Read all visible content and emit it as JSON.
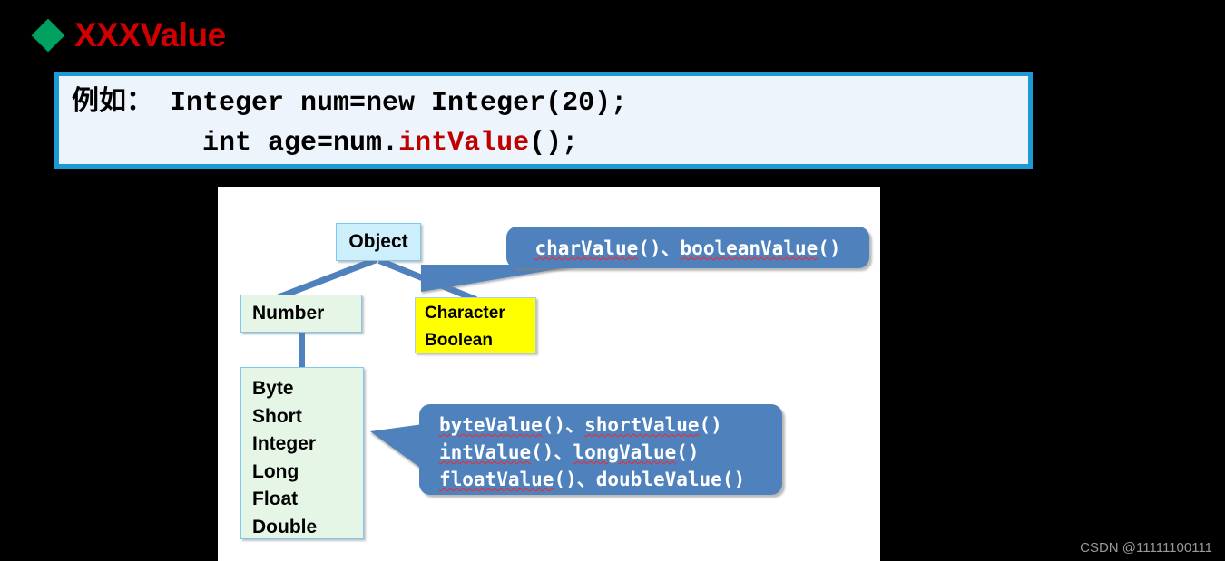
{
  "header": {
    "bullet_icon": "diamond-bullet-icon",
    "title": "XXXValue",
    "title_color": "#d10000",
    "bullet_color": "#00a060"
  },
  "code_box": {
    "border_color": "#1b9ad6",
    "background_color": "#edf4fb",
    "line1_prefix": "例如： Integer num=new Integer(20);",
    "line2_prefix": "        int age=num.",
    "line2_highlight": "intValue",
    "line2_suffix": "();",
    "highlight_color": "#c00000"
  },
  "diagram": {
    "panel_background": "#ffffff",
    "nodes": {
      "object": {
        "label": "Object",
        "fill": "#cdeefb"
      },
      "number": {
        "label": "Number",
        "fill": "#e6f6e6"
      },
      "char_bool": {
        "line1": "Character",
        "line2": "Boolean",
        "fill": "#ffff00"
      },
      "types": {
        "fill": "#e6f6e6",
        "items": [
          "Byte",
          "Short",
          "Integer",
          "Long",
          "Float",
          "Double"
        ]
      }
    },
    "callouts": {
      "fill": "#4f81bd",
      "top": {
        "m1": "charValue",
        "sep1": "()、",
        "m2": "booleanValue",
        "sep2": "()"
      },
      "bottom": {
        "row1_m1": "byteValue",
        "row1_sep": "()、",
        "row1_m2": "shortValue",
        "row1_end": "()",
        "row2_m1": "intValue",
        "row2_sep": "()、",
        "row2_m2": "longValue",
        "row2_end": "()",
        "row3_m1": "floatValue",
        "row3_sep": "()、",
        "row3_m2": "doubleValue",
        "row3_end": "()"
      }
    },
    "connector_color": "#4f81bd"
  },
  "watermark": {
    "text": "CSDN @11111100111"
  }
}
